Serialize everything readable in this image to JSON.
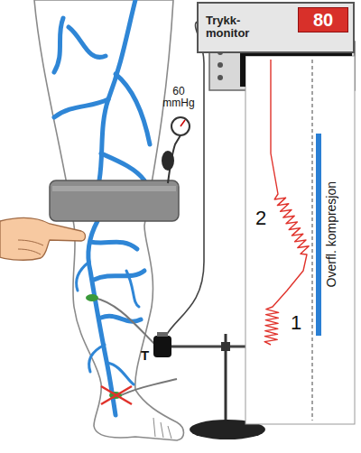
{
  "diagram": {
    "nodes": [
      {
        "text": [
          "Trykk-monitor"
        ]
      },
      {
        "text": [
          "80"
        ],
        "in": 0
      }
    ],
    "labels": [
      "60 mmHg",
      "T",
      "2",
      "1",
      "Overfl. kompresjon"
    ]
  }
}
